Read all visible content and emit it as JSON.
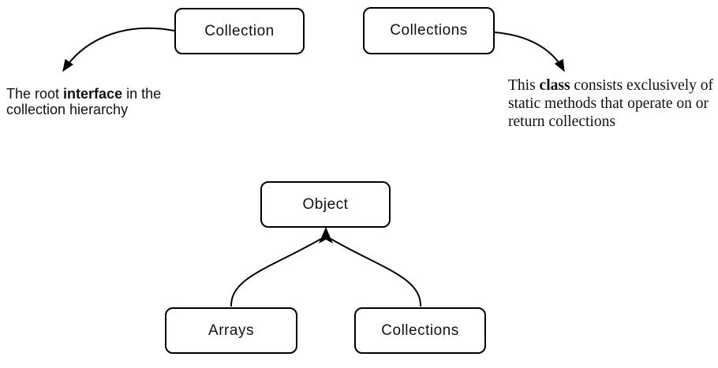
{
  "diagram": {
    "boxes": {
      "collection": "Collection",
      "collections_top": "Collections",
      "object": "Object",
      "arrays": "Arrays",
      "collections_bottom": "Collections"
    },
    "annotations": {
      "left": {
        "pre": "The root ",
        "bold": "interface",
        "post": " in the collection hierarchy"
      },
      "right": {
        "pre": "This ",
        "bold": "class",
        "post": " consists exclusively of static methods that operate on or return collections"
      }
    },
    "colors": {
      "stroke": "#000000",
      "background": "#ffffff",
      "text": "#111111"
    }
  }
}
